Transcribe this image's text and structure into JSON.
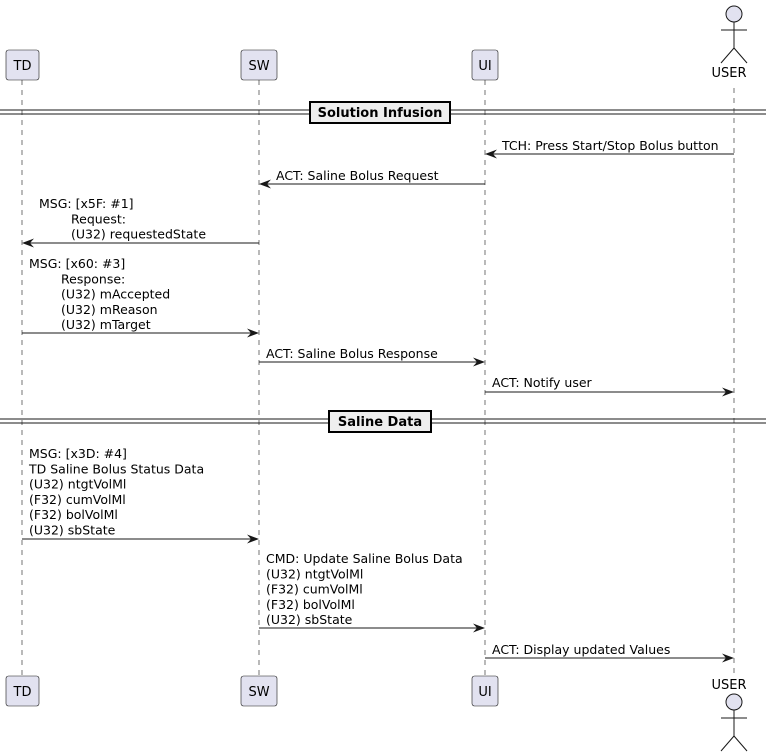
{
  "participants": {
    "td": "TD",
    "sw": "SW",
    "ui": "UI",
    "user": "USER"
  },
  "dividers": {
    "solution_infusion": "Solution Infusion",
    "saline_data": "Saline Data"
  },
  "messages": {
    "m1": [
      "TCH: Press Start/Stop Bolus button"
    ],
    "m2": [
      "ACT: Saline Bolus Request"
    ],
    "m3": [
      "MSG: [x5F: #1]",
      "Request:",
      "(U32) requestedState"
    ],
    "m4": [
      "MSG: [x60: #3]",
      "Response:",
      "(U32)  mAccepted",
      "(U32)  mReason",
      "(U32)  mTarget"
    ],
    "m5": [
      "ACT: Saline Bolus Response"
    ],
    "m6": [
      "ACT: Notify user"
    ],
    "m7": [
      "MSG: [x3D: #4]",
      "TD Saline Bolus Status Data",
      "(U32) ntgtVolMl",
      "(F32) cumVolMl",
      "(F32) bolVolMl",
      "(U32) sbState"
    ],
    "m8": [
      "CMD: Update Saline Bolus Data",
      "(U32) ntgtVolMl",
      "(F32) cumVolMl",
      "(F32) bolVolMl",
      "(U32) sbState"
    ],
    "m9": [
      "ACT: Display updated Values"
    ]
  }
}
